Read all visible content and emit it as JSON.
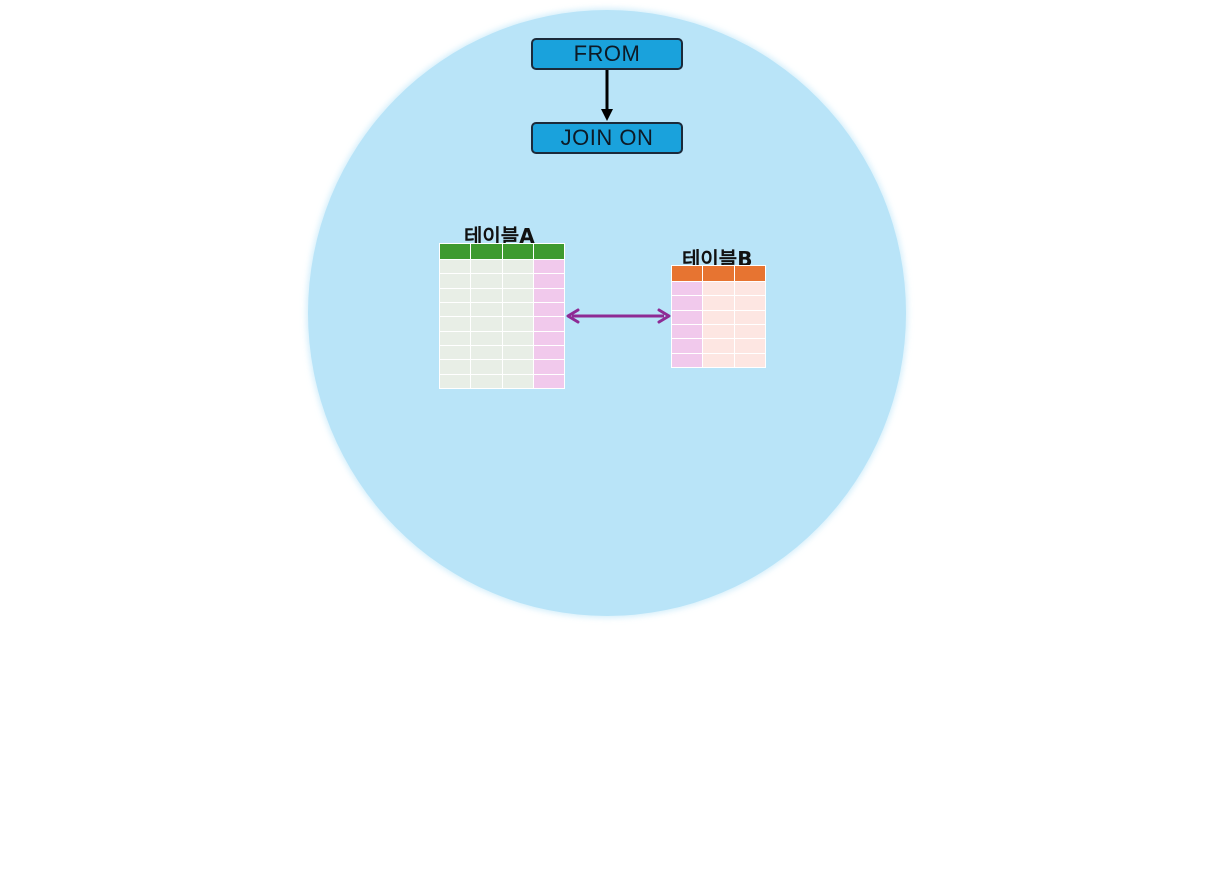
{
  "flow": {
    "step1": "FROM",
    "step2": "JOIN ON"
  },
  "table_a": {
    "title": "테이블A",
    "columns": 4,
    "rows": 9,
    "key_column": 4,
    "header_color": "#3e9a2f",
    "body_color": "#e8eee6",
    "key_color": "#f1c9ec"
  },
  "table_b": {
    "title": "테이블B",
    "columns": 3,
    "rows": 6,
    "key_column": 1,
    "header_color": "#e77431",
    "body_color": "#fde6e2",
    "key_color": "#f1c9ec"
  },
  "colors": {
    "background_circle": "#b9e4f8",
    "step_box": "#1aa2dc",
    "join_arrow": "#8e2a94",
    "flow_arrow": "#000000"
  },
  "icons": {
    "flow_arrow": "arrow-down-icon",
    "join_arrow": "double-arrow-icon"
  }
}
